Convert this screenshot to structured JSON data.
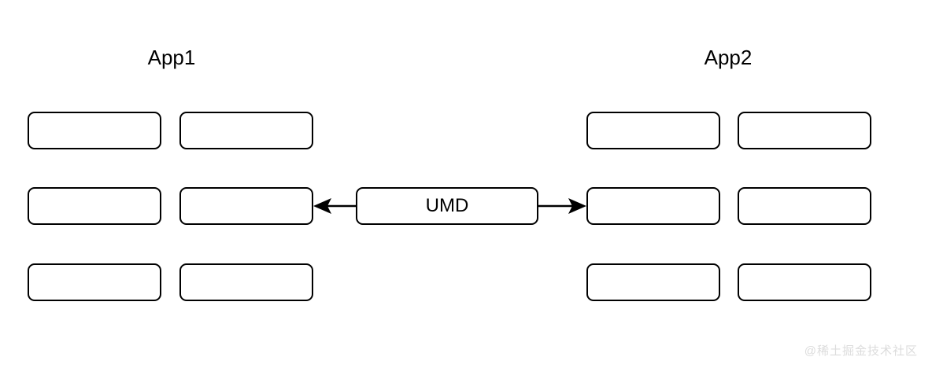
{
  "diagram": {
    "title_left": "App1",
    "title_right": "App2",
    "center_module": {
      "label": "UMD",
      "shape": "rounded-rectangle"
    },
    "groups": [
      {
        "name": "App1",
        "side": "left",
        "columns": 2,
        "rows": 3,
        "boxes": [
          {
            "label": "",
            "row": 1,
            "column": 1
          },
          {
            "label": "",
            "row": 1,
            "column": 2
          },
          {
            "label": "",
            "row": 2,
            "column": 1
          },
          {
            "label": "",
            "row": 2,
            "column": 2
          },
          {
            "label": "",
            "row": 3,
            "column": 1
          },
          {
            "label": "",
            "row": 3,
            "column": 2
          }
        ]
      },
      {
        "name": "App2",
        "side": "right",
        "columns": 2,
        "rows": 3,
        "boxes": [
          {
            "label": "",
            "row": 1,
            "column": 1
          },
          {
            "label": "",
            "row": 1,
            "column": 2
          },
          {
            "label": "",
            "row": 2,
            "column": 1
          },
          {
            "label": "",
            "row": 2,
            "column": 2
          },
          {
            "label": "",
            "row": 3,
            "column": 1
          },
          {
            "label": "",
            "row": 3,
            "column": 2
          }
        ]
      }
    ],
    "connectors": [
      {
        "name": "umd-to-app1",
        "label": "",
        "from": "UMD",
        "to": "App1",
        "direction": "left",
        "arrowhead": "filled-triangle"
      },
      {
        "name": "umd-to-app2",
        "label": "",
        "from": "UMD",
        "to": "App2",
        "direction": "right",
        "arrowhead": "filled-triangle"
      }
    ],
    "colors": {
      "background": "#ffffff",
      "stroke": "#000000",
      "box_fill": "#ffffff",
      "text": "#000000",
      "watermark": "#dcdcdc"
    }
  },
  "watermark": {
    "text": "@稀土掘金技术社区"
  }
}
